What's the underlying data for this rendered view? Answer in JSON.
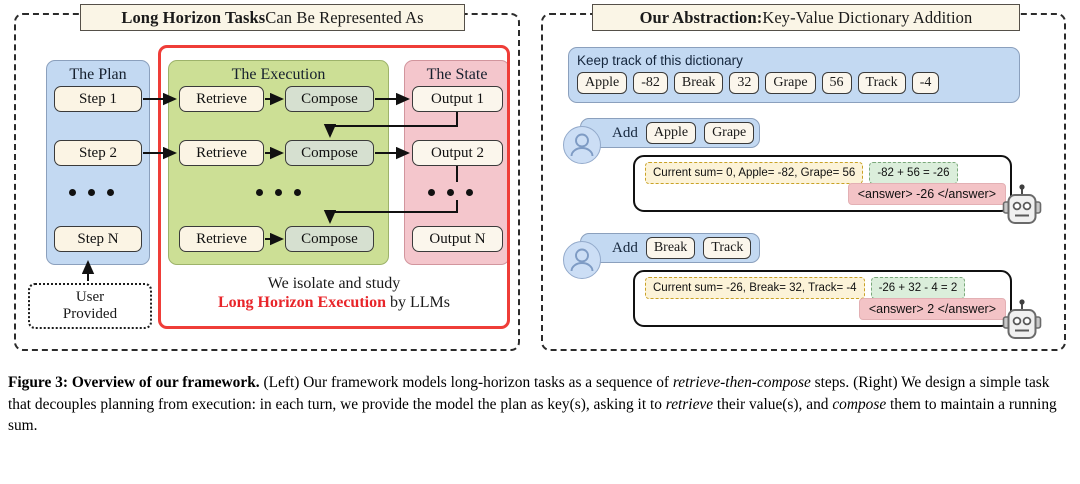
{
  "figure": {
    "left_panel": {
      "title_bold": "Long Horizon Tasks",
      "title_rest": " Can Be Represented As",
      "columns": [
        {
          "name": "plan",
          "header": "The Plan",
          "nodes": [
            "Step 1",
            "Step 2",
            "Step N"
          ],
          "ellipsis": "• • •"
        },
        {
          "name": "execution",
          "header": "The Execution",
          "retrieve_label": "Retrieve",
          "compose_label": "Compose",
          "rows": [
            {
              "retrieve": "Retrieve",
              "compose": "Compose"
            },
            {
              "retrieve": "Retrieve",
              "compose": "Compose"
            },
            {
              "retrieve": "Retrieve",
              "compose": "Compose"
            }
          ],
          "ellipsis": "• • •"
        },
        {
          "name": "state",
          "header": "The State",
          "nodes": [
            "Output 1",
            "Output 2",
            "Output N"
          ],
          "ellipsis": "• • •"
        }
      ],
      "user_provided": {
        "line1": "User",
        "line2": "Provided"
      },
      "study_note": {
        "line1": "We isolate and study",
        "highlight": "Long Horizon Execution",
        "line2_rest": " by LLMs"
      },
      "accent_color": "#ef3d38"
    },
    "right_panel": {
      "title_bold": "Our Abstraction:",
      "title_rest": " Key-Value Dictionary Addition",
      "dictionary": {
        "label": "Keep track of this dictionary",
        "entries": [
          {
            "key": "Apple",
            "value": "-82"
          },
          {
            "key": "Break",
            "value": "32"
          },
          {
            "key": "Grape",
            "value": "56"
          },
          {
            "key": "Track",
            "value": "-4"
          }
        ]
      },
      "turns": [
        {
          "user": {
            "verb": "Add",
            "keys": [
              "Apple",
              "Grape"
            ]
          },
          "assistant": {
            "sum_pill": "Current sum= 0, Apple= -82, Grape= 56",
            "calc_pill": "-82 + 56 = -26",
            "answer_pill": "<answer> -26 </answer>"
          }
        },
        {
          "user": {
            "verb": "Add",
            "keys": [
              "Break",
              "Track"
            ]
          },
          "assistant": {
            "sum_pill": "Current sum= -26, Break= 32, Track= -4",
            "calc_pill": "-26 + 32 - 4 = 2",
            "answer_pill": "<answer> 2 </answer>"
          }
        }
      ]
    }
  },
  "caption": {
    "figure_label": "Figure 3: Overview of our framework.",
    "body_1": " (Left) Our framework models long-horizon tasks as a sequence of ",
    "italic_1": "retrieve-then-compose",
    "body_2": " steps. (Right) We design a simple task that decouples planning from execution: in each turn, we provide the model the plan as key(s), asking it to ",
    "italic_2": "retrieve",
    "body_3": " their value(s), and ",
    "italic_3": "compose",
    "body_4": " them to maintain a running sum."
  }
}
